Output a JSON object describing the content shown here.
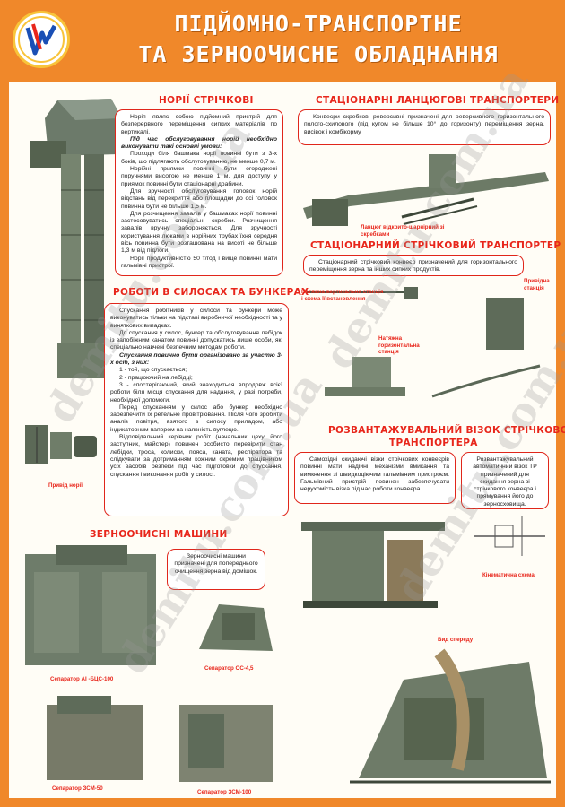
{
  "header": {
    "title_line1": "ПІДЙОМНО-ТРАНСПОРТНЕ",
    "title_line2": "ТА ЗЕРНООЧИСНЕ ОБЛАДНАННЯ"
  },
  "sections": {
    "norii": {
      "heading": "НОРІЇ СТРІЧКОВІ",
      "paragraphs": [
        "Норія являє собою підйомний пристрій для безперервного переміщення сипких матеріалів по вертикалі.",
        "Під час обслуговування норій необхідно виконувати такі основні умови:",
        "Проходи біля башмака норії повинні бути з 3-х боків, що підлягають обслуговуванню, не менше 0,7 м.",
        "Норійні приямки повинні бути огороджені поручнями висотою не менше 1 м, для доступу у приямок повинні бути стаціонарні драбини.",
        "Для зручності обслуговування головок норій відстань від перекриття або площадки до осі головок повинна бути не більше 1,5 м.",
        "Для розчищення завалів у башмаках норії повинні застосовуватись спеціальні скребки. Розчищення завалів вручну забороняється. Для зручності користування люками в норійних трубах їхня середня вісь повинна бути розташована на висоті не більше 1,3 м від підлоги.",
        "Норії продуктивністю 50 т/год і вище повинні мати гальмівні пристрої."
      ],
      "caption_drive": "Привід норії"
    },
    "robota": {
      "heading": "РОБОТИ В СИЛОСАХ ТА БУНКЕРАХ",
      "paragraphs": [
        "Спускання робітників у силоси та бункери може виконуватись тільки на підставі виробничої необхідності та у виняткових випадках.",
        "До спускання у силос, бункер та обслуговування лебідок із запобіжним канатом повинні допускатись лише особи, які спеціально навчені безпечним методам роботи.",
        "Спускання повинно бути організовано за участю 3-х осіб, з них:",
        "1 - той, що спускається;",
        "2 - працюючий на лебідці;",
        "3 - спостерігаючий, який знаходиться впродовж всієї роботи біля місця спускання для надання, у разі потреби, необхідної допомоги.",
        "Перед спусканням у силос або бункер необхідно забезпечити їх ретельне провітрювання. Після чого зробити аналіз повітря, взятого з силосу приладом, або індикаторним папером на наявність вуглецю.",
        "Відповідальний керівник робіт (начальник цеху, його заступник, майстер) повинен особисто перевірити стан лебідки, троса, колиски, пояса, каната, респіратора та слідкувати за дотриманням кожним окремим працівником усіх засобів безпеки під час підготовки до спускання, спускання і виконання робіт у силосі."
      ]
    },
    "lantsyugovi": {
      "heading": "СТАЦІОНАРНІ ЛАНЦЮГОВІ ТРАНСПОРТЕРИ",
      "text": "Конвеєри скребкові реверсивні призначені для реверсивного горизонтального полого-схилового (під кутом не більше 10° до горизонту) переміщення зерна, висівок і комбікорму.",
      "caption": "Ланцюг відкрито-шарнірний зі скребками"
    },
    "strichkovyi": {
      "heading": "СТАЦІОНАРНИЙ СТРІЧКОВИЙ ТРАНСПОРТЕР",
      "text": "Стаціонарний стрічковий конвеєр призначений для горизонтального переміщення зерна та інших сипких продуктів.",
      "caption_vertical": "Натяжна вертикальна станція і схема її встановлення",
      "caption_horizontal": "Натяжна горизонтальна станція",
      "caption_drive": "Привідна станція"
    },
    "vizok": {
      "heading_line1": "РОЗВАНТАЖУВАЛЬНИЙ ВІЗОК СТРІЧКОВОГО",
      "heading_line2": "ТРАНСПОРТЕРА",
      "text_left": "Самохідні скидаючі візки стрічкових конвеєрів повинні мати надійні механізми вмикання та вимкнення зі швидкодіючим гальмівним пристроєм. Гальмівний пристрій повинен забезпечувати нерухомість візка під час роботи конвеєра.",
      "text_right": "Розвантажувальний автоматичний візок ТР призначений для скидання зерна зі стрічкового конвеєра і прямування його до зерносховища.",
      "caption_kinematic": "Кінематична схема",
      "caption_front": "Вид спереду"
    },
    "mashyny": {
      "heading": "ЗЕРНООЧИСНІ МАШИНИ",
      "text": "Зерноочисні машини призначені для попереднього очищення зерна від домішок.",
      "caption_ai": "Сепаратор АІ -БЦС-100",
      "caption_os": "Сепаратор ОС-4,5",
      "caption_zsm50": "Сепаратор ЗСМ-50",
      "caption_zsm100": "Сепаратор ЗСМ-100"
    }
  },
  "watermark": "demitu.com.ua",
  "colors": {
    "background": "#f0882a",
    "heading": "#e8261b",
    "panel": "#fffdf6",
    "machine": "#5a6a55"
  }
}
